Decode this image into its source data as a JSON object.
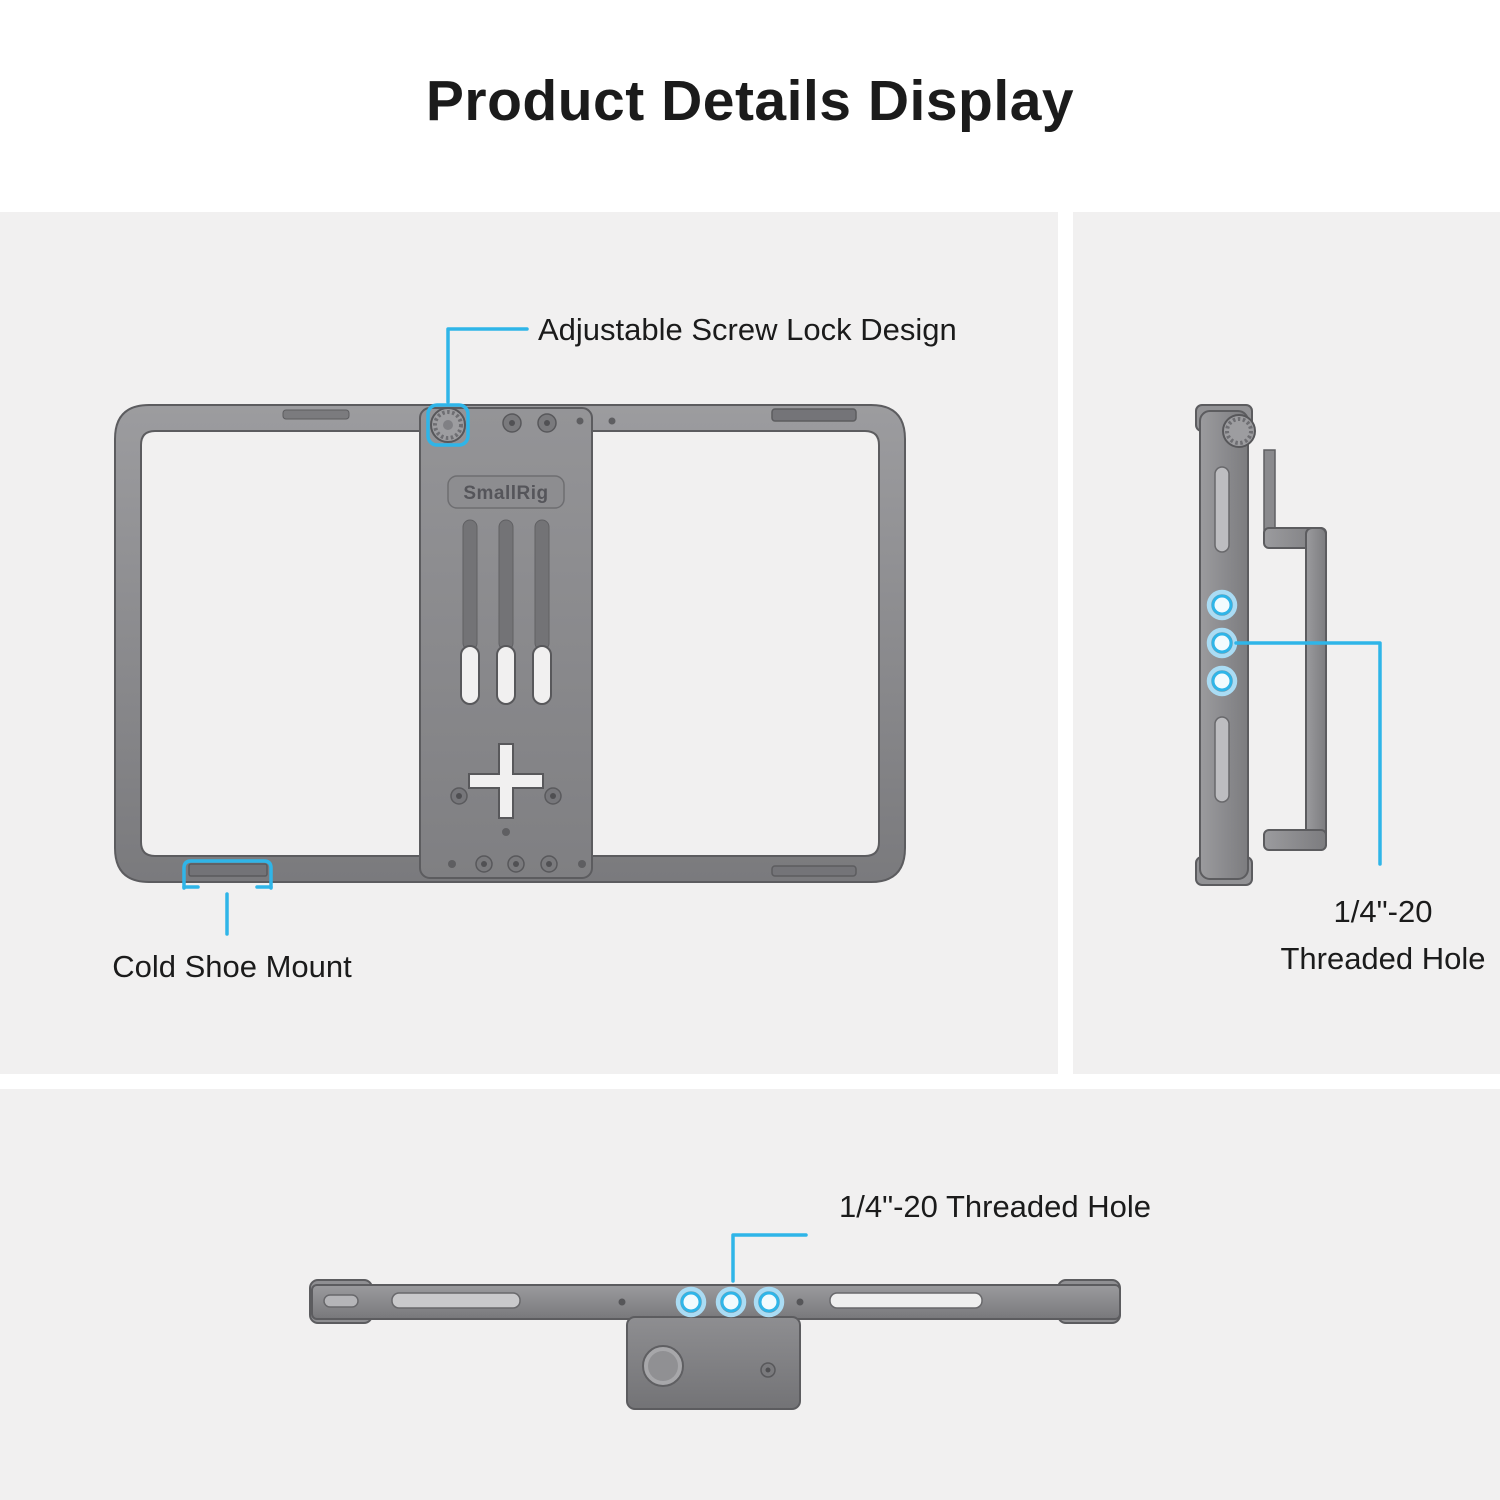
{
  "colors": {
    "accent": "#2fb5e8",
    "accent_soft": "#aadcf4",
    "panel": "#f1f0f0",
    "ink": "#1b1b1b",
    "metal": "#8b8b8e",
    "metal_dark": "#5c5c5f"
  },
  "header": {
    "title": "Product Details Display"
  },
  "front_view": {
    "brand": "SmallRig",
    "callout_screw_lock": "Adjustable Screw Lock Design",
    "callout_cold_shoe": "Cold Shoe Mount"
  },
  "side_view": {
    "callout_line1": "1/4\"-20",
    "callout_line2": "Threaded Hole"
  },
  "bottom_view": {
    "callout": "1/4\"-20 Threaded Hole"
  }
}
